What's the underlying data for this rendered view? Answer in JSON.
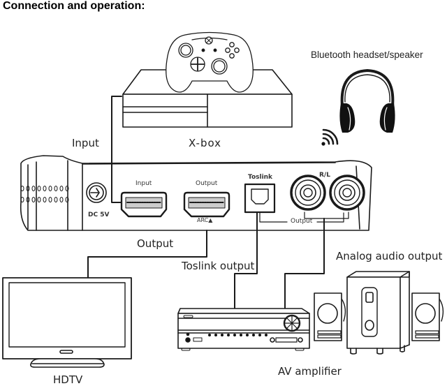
{
  "title": "Connection and operation:",
  "devices": {
    "xbox": {
      "label": "X-box",
      "icon": "game-console-with-controller"
    },
    "bluetooth": {
      "label": "Bluetooth headset/speaker",
      "icon": "headphones",
      "signal_icon": "wireless-signal"
    },
    "converter": {
      "ports": {
        "dc": "DC 5V",
        "hdmi_in": "Input",
        "hdmi_out": "Output",
        "arc": "ARC▲",
        "toslink": "Toslink",
        "rl": "R/L",
        "audio_out_group": "Output"
      }
    },
    "hdtv": {
      "label": "HDTV",
      "icon": "television"
    },
    "amplifier": {
      "label": "AV amplifier",
      "icon": "av-receiver"
    },
    "speakers": {
      "label": "Analog audio output",
      "icon": "speaker-set"
    }
  },
  "connections": {
    "input_label": "Input",
    "output_label": "Output",
    "toslink_label": "Toslink output"
  }
}
